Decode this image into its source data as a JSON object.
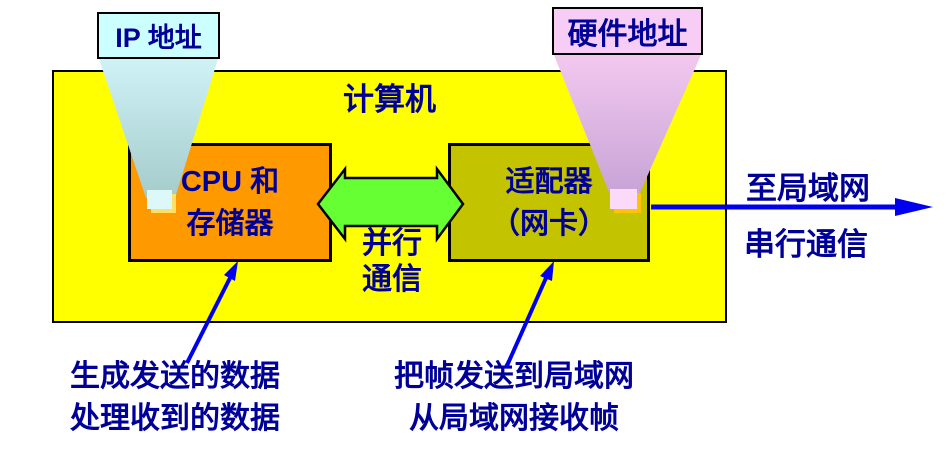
{
  "diagram": {
    "computer_title": "计算机",
    "labels": {
      "ip": "IP 地址",
      "hardware": "硬件地址",
      "to_lan": "至局域网",
      "serial": "串行通信",
      "parallel_line1": "并行",
      "parallel_line2": "通信"
    },
    "boxes": {
      "cpu": {
        "line1": "CPU 和",
        "line2": "存储器"
      },
      "adapter": {
        "line1": "适配器",
        "line2": "（网卡）"
      }
    },
    "notes": {
      "cpu": {
        "line1": "生成发送的数据",
        "line2": "处理收到的数据"
      },
      "adapter": {
        "line1": "把帧发送到局域网",
        "line2": "从局域网接收帧"
      }
    },
    "colors": {
      "computer_bg": "#FFFF00",
      "cpu_bg": "#FF9900",
      "adapter_bg": "#C3C300",
      "ip_label_bg": "#CCFFFF",
      "hardware_label_bg": "#F7CCF5",
      "arrow_green": "#66FF33",
      "arrow_blue": "#0000EE",
      "text_navy": "#000099"
    }
  }
}
